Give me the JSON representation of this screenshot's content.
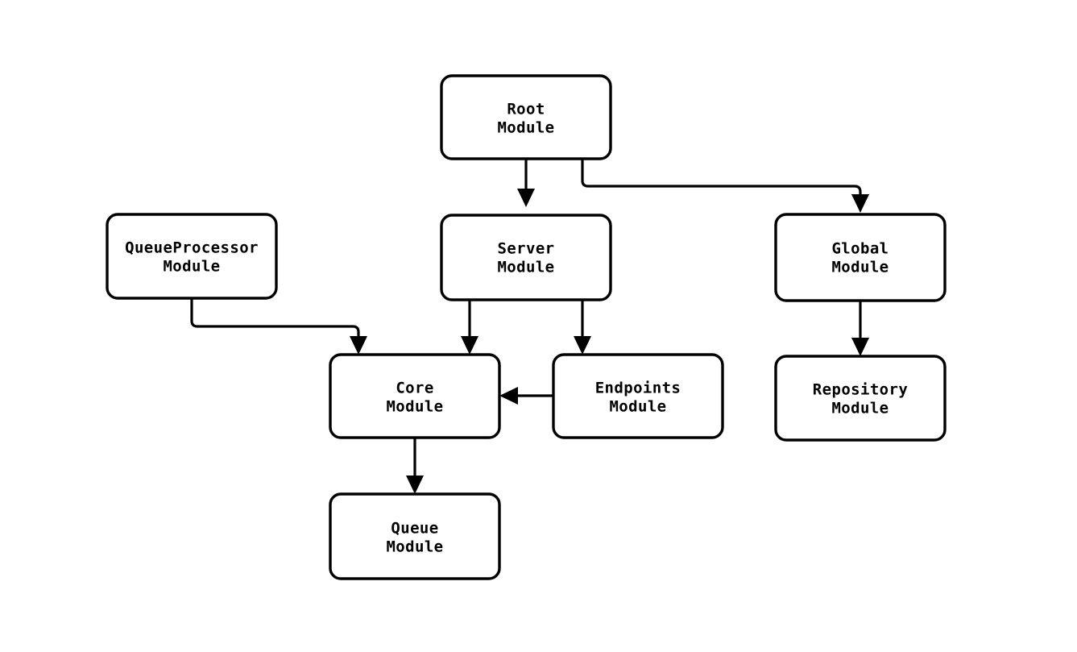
{
  "diagram": {
    "type": "flowchart",
    "orientation": "top-down",
    "background_color": "#ffffff",
    "line_color": "#000000",
    "node_fill_color": "#ffffff",
    "nodes": [
      {
        "id": "root",
        "line1": "Root",
        "line2": "Module"
      },
      {
        "id": "queueprocessor",
        "line1": "QueueProcessor",
        "line2": "Module"
      },
      {
        "id": "server",
        "line1": "Server",
        "line2": "Module"
      },
      {
        "id": "global",
        "line1": "Global",
        "line2": "Module"
      },
      {
        "id": "core",
        "line1": "Core",
        "line2": "Module"
      },
      {
        "id": "endpoints",
        "line1": "Endpoints",
        "line2": "Module"
      },
      {
        "id": "repository",
        "line1": "Repository",
        "line2": "Module"
      },
      {
        "id": "queue",
        "line1": "Queue",
        "line2": "Module"
      }
    ],
    "edges": [
      {
        "from": "root",
        "to": "server"
      },
      {
        "from": "root",
        "to": "global"
      },
      {
        "from": "server",
        "to": "core"
      },
      {
        "from": "server",
        "to": "endpoints"
      },
      {
        "from": "queueprocessor",
        "to": "core"
      },
      {
        "from": "endpoints",
        "to": "core"
      },
      {
        "from": "global",
        "to": "repository"
      },
      {
        "from": "core",
        "to": "queue"
      }
    ]
  }
}
